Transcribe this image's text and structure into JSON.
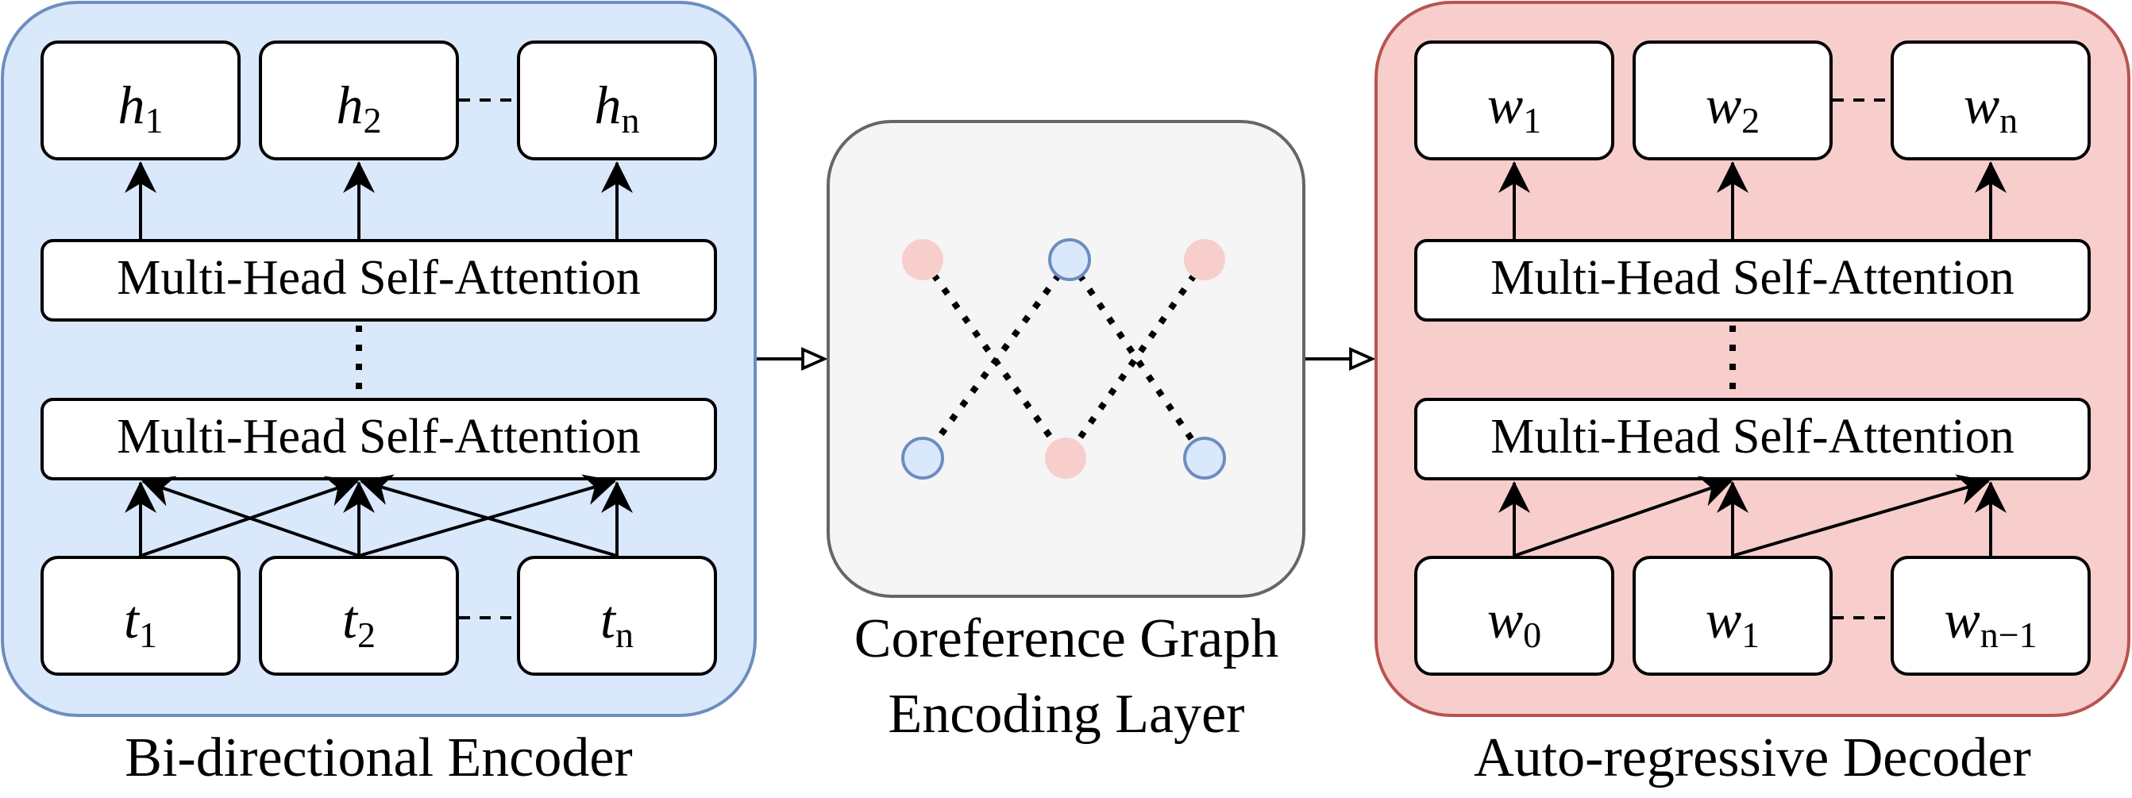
{
  "encoder": {
    "caption": "Bi-directional Encoder",
    "attention_top": "Multi-Head Self-Attention",
    "attention_bottom": "Multi-Head Self-Attention",
    "outputs": [
      {
        "base": "h",
        "sub": "1"
      },
      {
        "base": "h",
        "sub": "2"
      },
      {
        "base": "h",
        "sub": "n"
      }
    ],
    "inputs": [
      {
        "base": "t",
        "sub": "1"
      },
      {
        "base": "t",
        "sub": "2"
      },
      {
        "base": "t",
        "sub": "n"
      }
    ],
    "colors": {
      "fill": "#dae8fc",
      "stroke": "#6c8ebf"
    }
  },
  "graph_layer": {
    "caption_line1": "Coreference Graph",
    "caption_line2": "Encoding Layer",
    "colors": {
      "fill": "#f5f5f5",
      "stroke": "#666666",
      "node_pink": "#f8cecc",
      "node_blue": "#dae8fc",
      "node_blue_stroke": "#6c8ebf"
    }
  },
  "decoder": {
    "caption": "Auto-regressive Decoder",
    "attention_top": "Multi-Head Self-Attention",
    "attention_bottom": "Multi-Head Self-Attention",
    "outputs": [
      {
        "base": "w",
        "sub": "1"
      },
      {
        "base": "w",
        "sub": "2"
      },
      {
        "base": "w",
        "sub": "n"
      }
    ],
    "inputs": [
      {
        "base": "w",
        "sub": "0"
      },
      {
        "base": "w",
        "sub": "1"
      },
      {
        "base": "w",
        "sub": "n−1"
      }
    ],
    "colors": {
      "fill": "#f8cecc",
      "stroke": "#b85450"
    }
  }
}
